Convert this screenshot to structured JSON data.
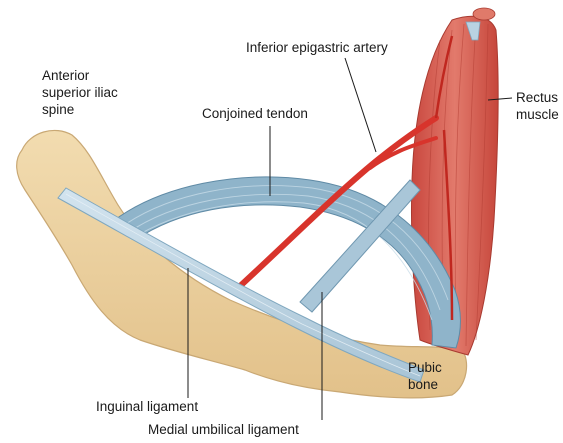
{
  "diagram": {
    "labels": {
      "asis": [
        "Anterior",
        "superior iliac",
        "spine"
      ],
      "conjoined": "Conjoined tendon",
      "epigastric": "Inferior epigastric artery",
      "rectus": [
        "Rectus",
        "muscle"
      ],
      "pubic": [
        "Pubic",
        "bone"
      ],
      "inguinal": "Inguinal ligament",
      "medial": "Medial umbilical ligament"
    },
    "colors": {
      "bone": "#ecd2a0",
      "bone_edge": "#c9a874",
      "tendon": "#7fa7bf",
      "ligament": "#b9d2e2",
      "artery": "#d8342c",
      "muscle": "#d9685c"
    }
  }
}
